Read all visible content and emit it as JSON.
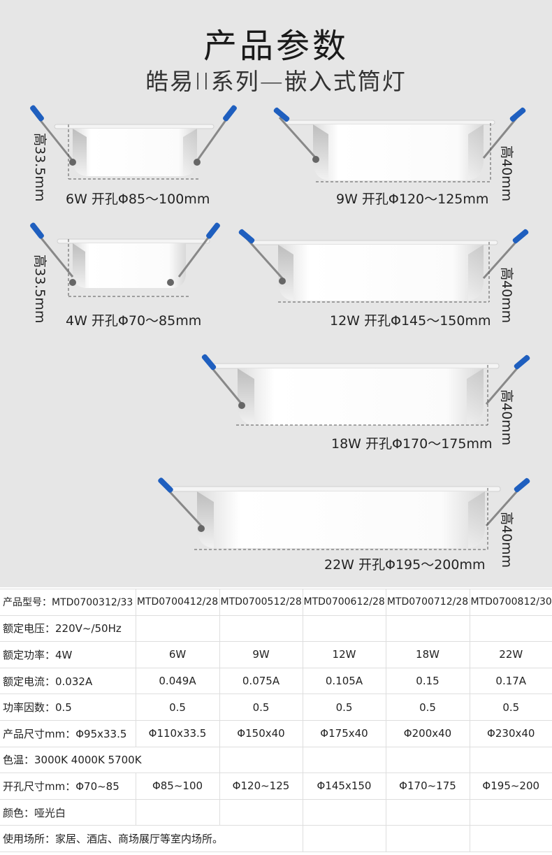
{
  "header": {
    "title": "产品参数",
    "subtitle": "皓易II系列—嵌入式筒灯"
  },
  "lights": [
    {
      "id": "6w",
      "caption": "6W 开孔Φ85～100mm",
      "height_label": "高33.5mm"
    },
    {
      "id": "9w",
      "caption": "9W 开孔Φ120～125mm",
      "height_label": "高40mm"
    },
    {
      "id": "4w",
      "caption": "4W 开孔Φ70～85mm",
      "height_label": "高33.5mm"
    },
    {
      "id": "12w",
      "caption": "12W 开孔Φ145～150mm",
      "height_label": "高40mm"
    },
    {
      "id": "18w",
      "caption": "18W 开孔Φ170～175mm",
      "height_label": "高40mm"
    },
    {
      "id": "22w",
      "caption": "22W 开孔Φ195～200mm",
      "height_label": "高40mm"
    }
  ],
  "colors": {
    "background": "#e6e6e6",
    "clip_blue": "#1f5fbf",
    "lamp_white": "#f7f7f7"
  },
  "specs": {
    "model_label": "产品型号：MTD0700312/33",
    "models": [
      "MTD0700412/28",
      "MTD0700512/28",
      "MTD0700612/28",
      "MTD0700712/28",
      "MTD0700812/30"
    ],
    "voltage": "额定电压：220V~/50Hz",
    "power_label": "额定功率：4W",
    "powers": [
      "6W",
      "9W",
      "12W",
      "18W",
      "22W"
    ],
    "current_label": "额定电流：0.032A",
    "currents": [
      "0.049A",
      "0.075A",
      "0.105A",
      "0.15",
      "0.17A"
    ],
    "pf_label": "功率因数：0.5",
    "pfs": [
      "0.5",
      "0.5",
      "0.5",
      "0.5",
      "0.5"
    ],
    "size_label": "产品尺寸mm：Φ95x33.5",
    "sizes": [
      "Φ110x33.5",
      "Φ150x40",
      "Φ175x40",
      "Φ200x40",
      "Φ230x40"
    ],
    "cct": "色温：3000K 4000K 5700K",
    "cutout_label": "开孔尺寸mm：Φ70~85",
    "cutouts": [
      "Φ85~100",
      "Φ120~125",
      "Φ145x150",
      "Φ170~175",
      "Φ195~200"
    ],
    "color": "颜色：哑光白",
    "usage": "使用场所：家居、酒店、商场展厅等室内场所。"
  }
}
